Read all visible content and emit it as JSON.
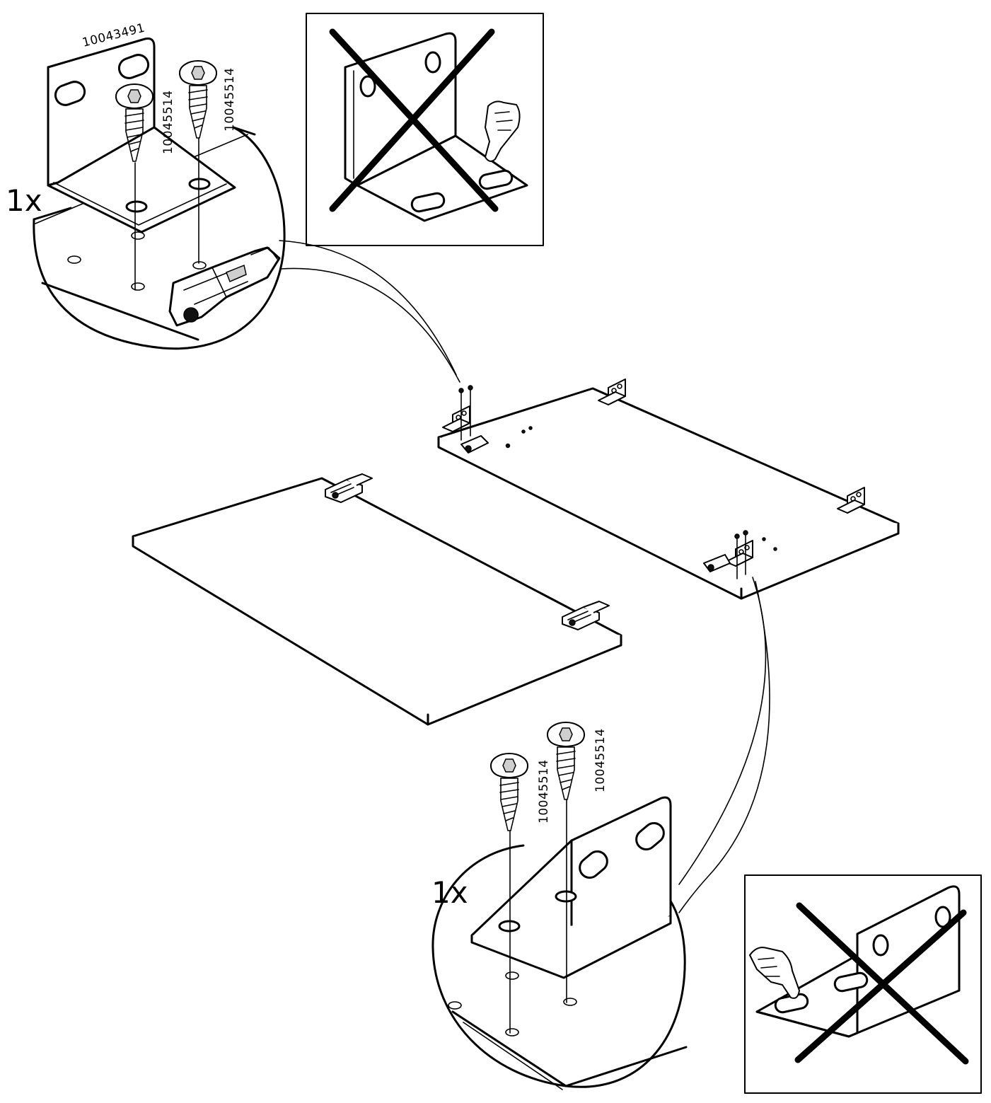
{
  "callout_top": {
    "quantity": "1x",
    "bracket_part_number": "10043491",
    "screw_part_number_a": "10045514",
    "screw_part_number_b": "10045514"
  },
  "callout_bottom": {
    "quantity": "1x",
    "screw_part_number_a": "10045514",
    "screw_part_number_b": "10045514"
  },
  "icons": {
    "wrong_top": "crossed-out-bracket-hand-icon",
    "wrong_bottom": "crossed-out-bracket-hand-icon"
  }
}
